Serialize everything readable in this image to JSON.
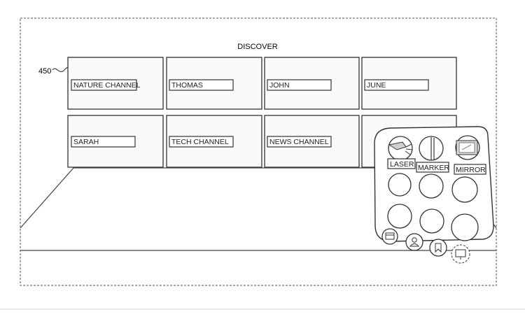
{
  "discover_title": "DISCOVER",
  "reference_numeral": "450",
  "channels": [
    {
      "label": "NATURE CHANNEL"
    },
    {
      "label": "THOMAS"
    },
    {
      "label": "JOHN"
    },
    {
      "label": "JUNE"
    },
    {
      "label": "SARAH"
    },
    {
      "label": "TECH CHANNEL"
    },
    {
      "label": "NEWS CHANNEL"
    }
  ],
  "palette": {
    "tools": [
      {
        "label": "LASER",
        "icon": "laser-pointer-icon"
      },
      {
        "label": "MARKER",
        "icon": "marker-icon"
      },
      {
        "label": "MIRROR",
        "icon": "mirror-icon"
      }
    ],
    "bottom_buttons": [
      {
        "icon": "window-icon"
      },
      {
        "icon": "user-icon"
      },
      {
        "icon": "bookmark-icon"
      },
      {
        "icon": "screen-share-icon"
      }
    ]
  }
}
